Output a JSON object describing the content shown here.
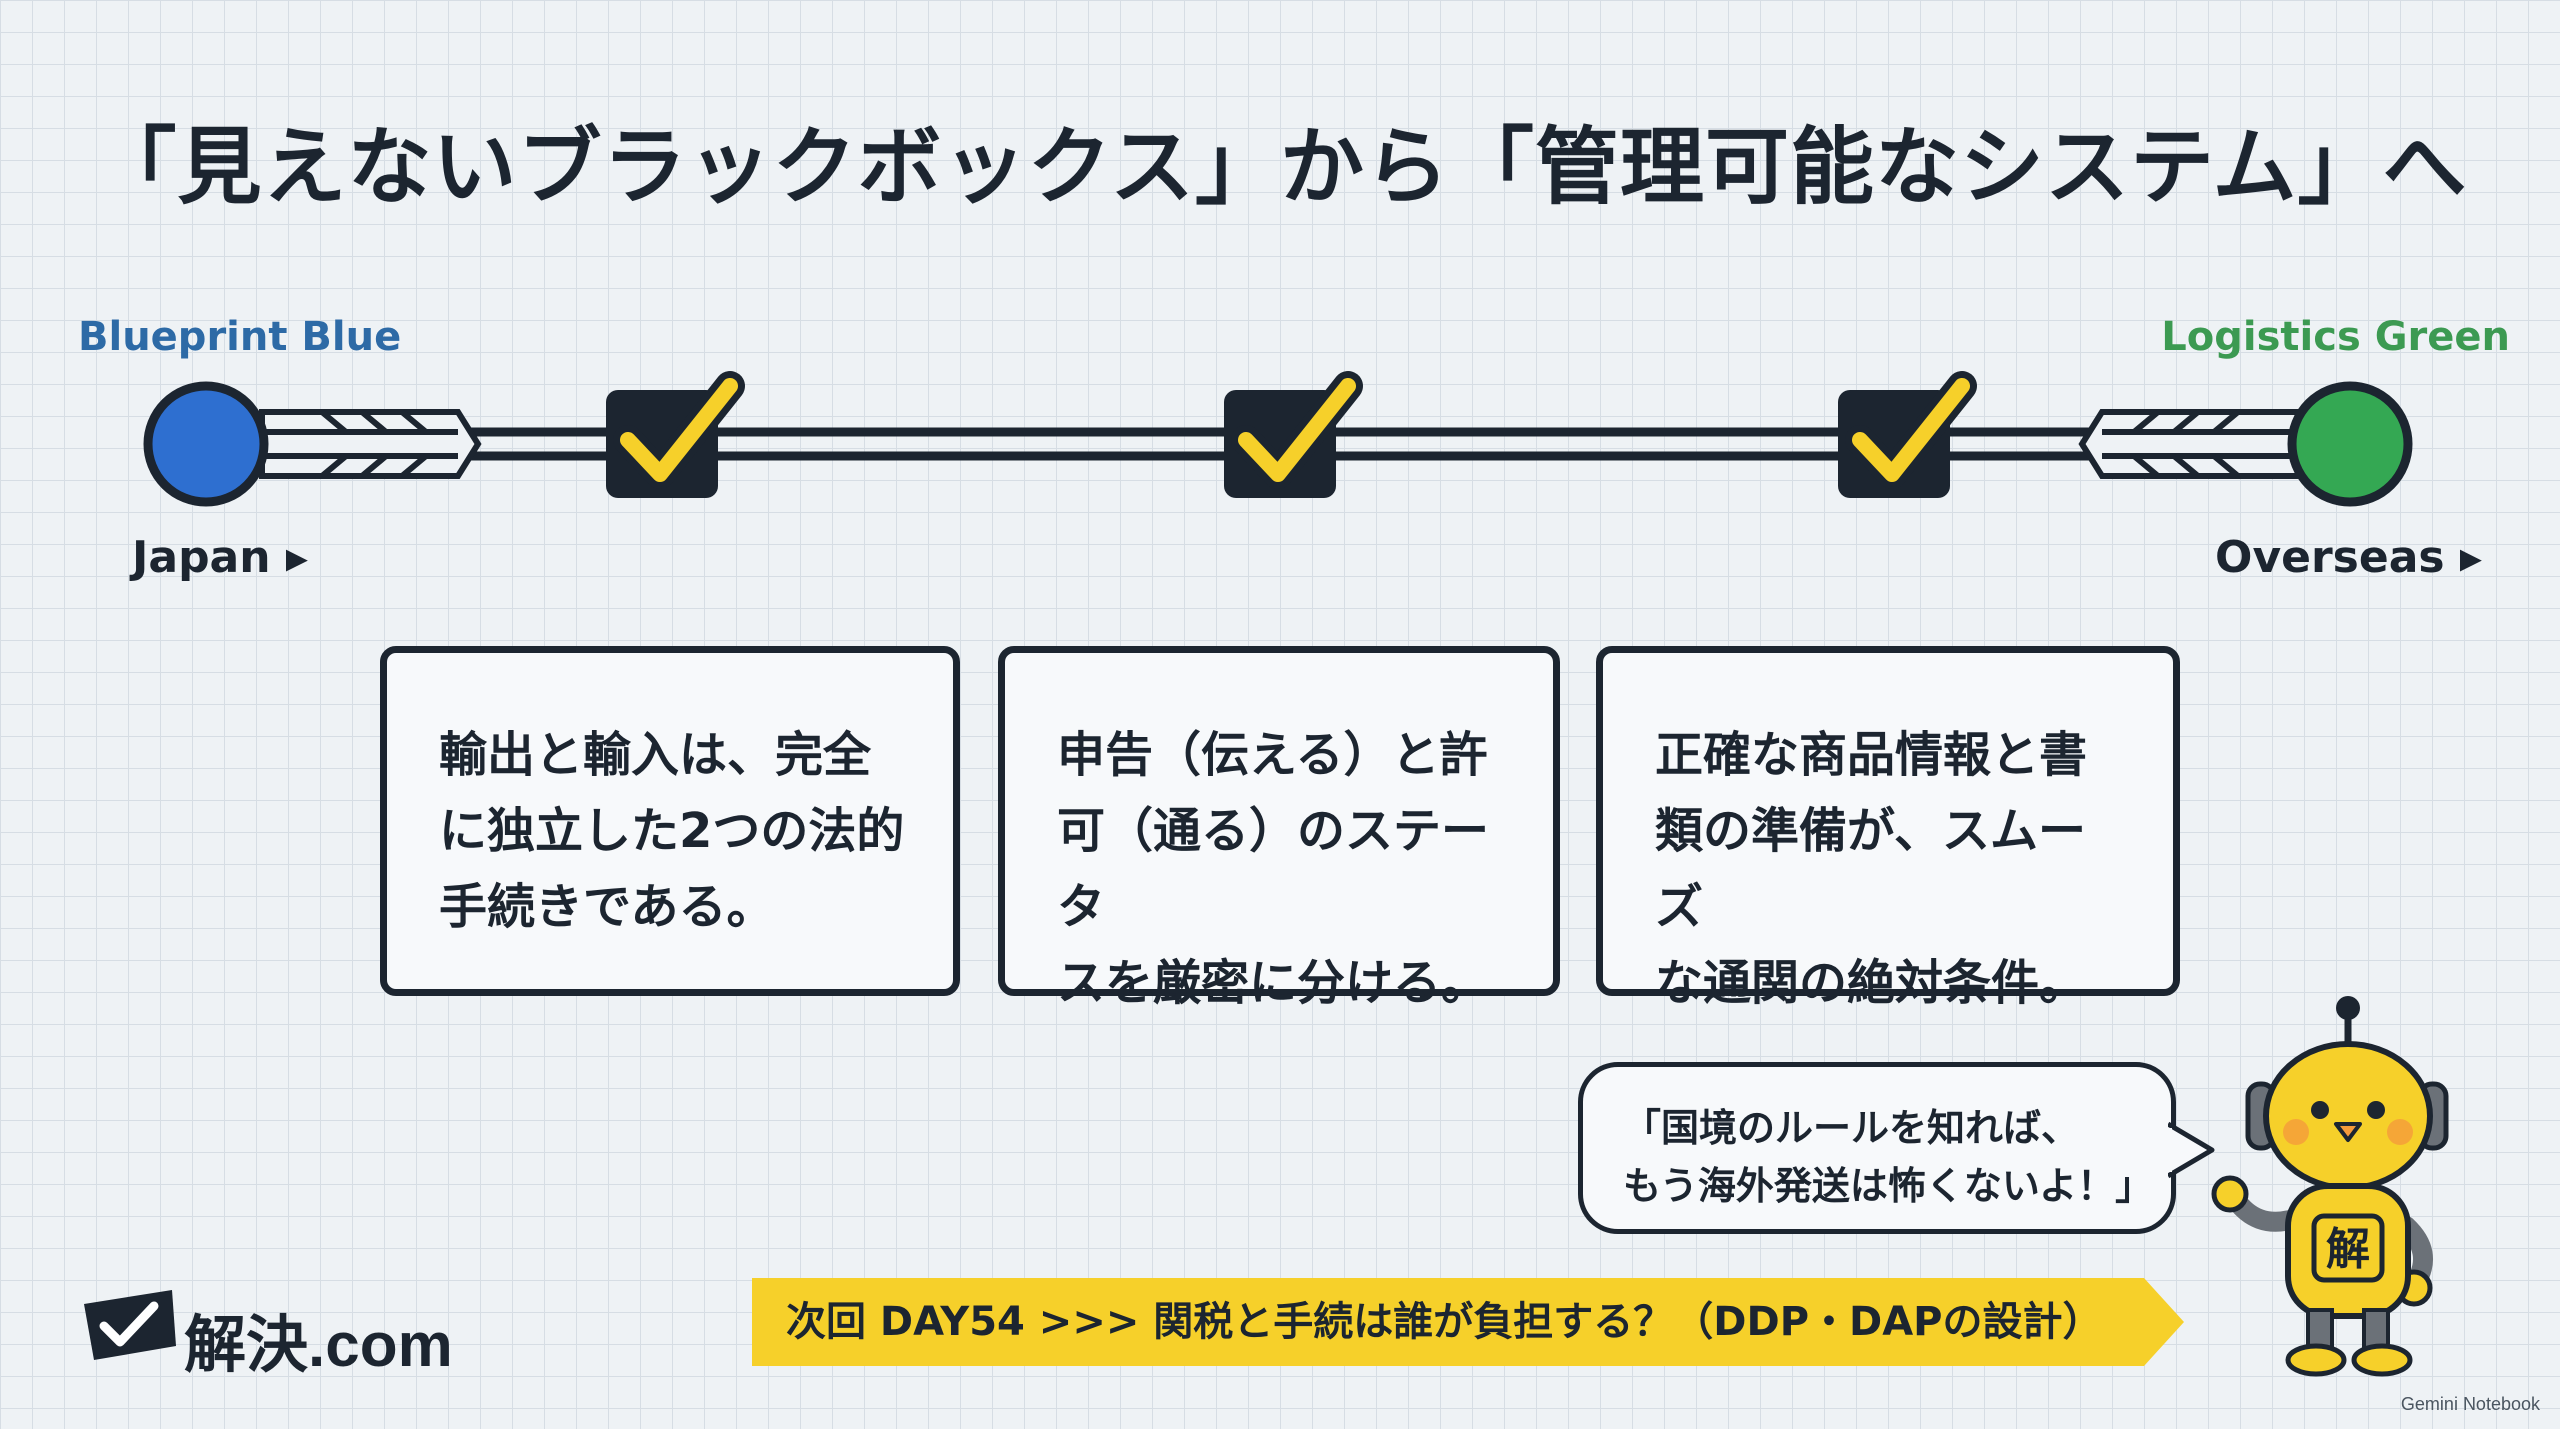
{
  "title": "「見えないブラックボックス」から「管理可能なシステム」へ",
  "timeline": {
    "start_label": "Blueprint Blue",
    "end_label": "Logistics Green",
    "start_location": "Japan ▸",
    "end_location": "Overseas ▸",
    "start_color": "#2e6fd0",
    "end_color": "#34a853",
    "checkpoint_icon": "checkmark-icon",
    "checkpoint_count": 3
  },
  "cards": [
    {
      "lines": [
        "輸出と輸入は、完全",
        "に独立した2つの法的",
        "手続きである。"
      ]
    },
    {
      "lines": [
        "申告（伝える）と許",
        "可（通る）のステータ",
        "スを厳密に分ける。"
      ]
    },
    {
      "lines": [
        "正確な商品情報と書",
        "類の準備が、スムーズ",
        "な通関の絶対条件。"
      ]
    }
  ],
  "speech_bubble": {
    "lines": [
      "「国境のルールを知れば、",
      "もう海外発送は怖くないよ！」"
    ]
  },
  "next_banner": {
    "text": "次回 DAY54 >>>  関税と手続は誰が負担する？（DDP・DAPの設計）",
    "color": "#f6d02a"
  },
  "logo": {
    "text": "解決.com",
    "icon": "check-flag-icon"
  },
  "mascot": {
    "badge_text": "解",
    "icon": "robot-chick-mascot"
  },
  "watermark": "Gemini Notebook"
}
